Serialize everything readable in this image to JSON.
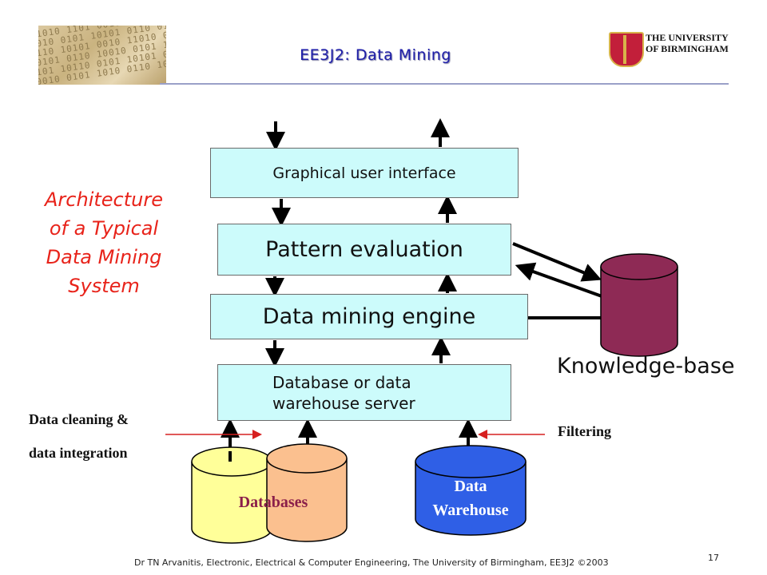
{
  "header": {
    "title": "EE3J2: Data Mining",
    "university_line1": "THE UNIVERSITY",
    "university_line2": "OF BIRMINGHAM"
  },
  "side_title": {
    "line1": "Architecture",
    "line2": "of a Typical",
    "line3": "Data Mining",
    "line4": "System"
  },
  "diagram": {
    "gui": "Graphical user interface",
    "pattern_evaluation": "Pattern evaluation",
    "mining_engine": "Data mining engine",
    "db_server_line1": "Database or data",
    "db_server_line2": "warehouse server",
    "knowledge_base": "Knowledge-base",
    "cleaning_line1": "Data cleaning &",
    "cleaning_line2": "data integration",
    "filtering": "Filtering",
    "databases": "Databases",
    "warehouse_line1": "Data",
    "warehouse_line2": "Warehouse"
  },
  "footer": {
    "credit": "Dr TN Arvanitis, Electronic, Electrical & Computer Engineering, The University of Birmingham, EE3J2 ©2003",
    "page": "17"
  },
  "colors": {
    "title_blue": "#1d1da8",
    "side_title_red": "#e8231a",
    "box_fill": "#ccfbfb",
    "knowledge_base_fill": "#8e2a55",
    "db_yellow": "#ffff99",
    "db_orange": "#fbc08f",
    "warehouse_blue": "#2f5fe6",
    "pointer_red": "#d62020"
  }
}
